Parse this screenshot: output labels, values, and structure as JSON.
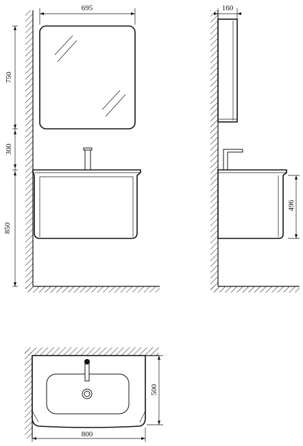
{
  "dimensions": {
    "mirror_width": "695",
    "mirror_depth": "160",
    "mirror_height": "750",
    "gap_height": "300",
    "mount_height": "850",
    "cabinet_height": "496",
    "basin_depth": "500",
    "basin_width": "800"
  },
  "colors": {
    "line": "#111111",
    "background": "#ffffff"
  }
}
